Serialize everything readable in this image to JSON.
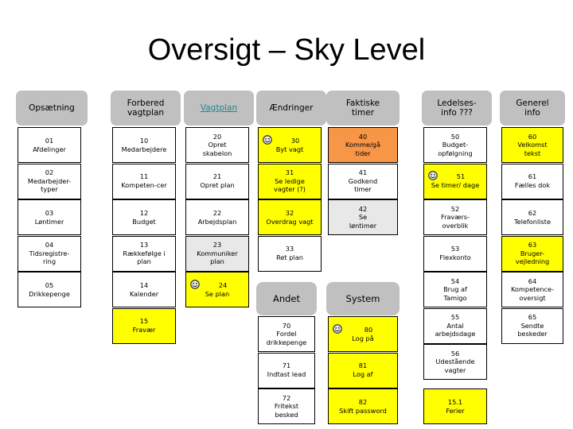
{
  "slide": {
    "title": "Oversigt – Sky Level",
    "background": "#ffffff"
  },
  "colors": {
    "header_grey": "#c0c0c0",
    "yellow": "#ffff00",
    "orange": "#f79646",
    "light_grey": "#e8e8e8",
    "white": "#ffffff",
    "link_teal": "#1f8a8a",
    "text": "#000000"
  },
  "columns": [
    {
      "header": "Opsætning",
      "is_link": false,
      "nodes": [
        {
          "num": "01",
          "name": "Afdelinger",
          "fill": "white",
          "icon": null
        },
        {
          "num": "02",
          "name": "Medarbejder-\ntyper",
          "fill": "white",
          "icon": null
        },
        {
          "num": "03",
          "name": "Løntimer",
          "fill": "white",
          "icon": null
        },
        {
          "num": "04",
          "name": "Tidsregistre-\nring",
          "fill": "white",
          "icon": null
        },
        {
          "num": "05",
          "name": "Drikkepenge",
          "fill": "white",
          "icon": null
        }
      ]
    },
    {
      "header": "Forbered\nvagtplan",
      "is_link": false,
      "nodes": [
        {
          "num": "10",
          "name": "Medarbejdere",
          "fill": "white",
          "icon": null
        },
        {
          "num": "11",
          "name": "Kompeten-cer",
          "fill": "white",
          "icon": null
        },
        {
          "num": "12",
          "name": "Budget",
          "fill": "white",
          "icon": null
        },
        {
          "num": "13",
          "name": "Rækkefølge i\nplan",
          "fill": "white",
          "icon": null
        },
        {
          "num": "14",
          "name": "Kalender",
          "fill": "white",
          "icon": null
        },
        {
          "num": "15",
          "name": "Fravær",
          "fill": "yellow",
          "icon": null
        }
      ]
    },
    {
      "header": "Vagtplan",
      "is_link": true,
      "nodes": [
        {
          "num": "20",
          "name": "Opret\nskabelon",
          "fill": "white",
          "icon": null
        },
        {
          "num": "21",
          "name": "Opret plan",
          "fill": "white",
          "icon": null
        },
        {
          "num": "22",
          "name": "Arbejdsplan",
          "fill": "white",
          "icon": null
        },
        {
          "num": "23",
          "name": "Kommuniker\nplan",
          "fill": "grey",
          "icon": null
        },
        {
          "num": "24",
          "name": "Se plan",
          "fill": "yellow",
          "icon": "smiley-icon"
        }
      ]
    },
    {
      "header": "Ændringer",
      "is_link": false,
      "nodes": [
        {
          "num": "30",
          "name": "Byt vagt",
          "fill": "yellow",
          "icon": "smiley-icon"
        },
        {
          "num": "31",
          "name": "Se ledige\nvagter (?)",
          "fill": "yellow",
          "icon": null
        },
        {
          "num": "32",
          "name": "Overdrag vagt",
          "fill": "yellow",
          "icon": null
        },
        {
          "num": "33",
          "name": "Ret plan",
          "fill": "white",
          "icon": null
        }
      ]
    },
    {
      "header": "Faktiske\ntimer",
      "is_link": false,
      "nodes": [
        {
          "num": "40",
          "name": "Komme/gå\ntider",
          "fill": "orange",
          "icon": null
        },
        {
          "num": "41",
          "name": "Godkend\ntimer",
          "fill": "white",
          "icon": null
        },
        {
          "num": "42",
          "name": "Se\nløntimer",
          "fill": "grey",
          "icon": null
        }
      ]
    },
    {
      "header": "Ledelses-\ninfo ???",
      "is_link": false,
      "nodes": [
        {
          "num": "50",
          "name": "Budget-\nopfølgning",
          "fill": "white",
          "icon": null
        },
        {
          "num": "51",
          "name": "Se timer/ dage",
          "fill": "yellow",
          "icon": "smiley-icon"
        },
        {
          "num": "52",
          "name": "Fraværs-\noverblik",
          "fill": "white",
          "icon": null
        },
        {
          "num": "53",
          "name": "Flexkonto",
          "fill": "white",
          "icon": null
        },
        {
          "num": "54",
          "name": "Brug af\nTamigo",
          "fill": "white",
          "icon": null
        },
        {
          "num": "55",
          "name": "Antal\narbejdsdage",
          "fill": "white",
          "icon": null
        },
        {
          "num": "56",
          "name": "Udestående\nvagter",
          "fill": "white",
          "icon": null
        }
      ]
    },
    {
      "header": "Generel\ninfo",
      "is_link": false,
      "nodes": [
        {
          "num": "60",
          "name": "Velkomst\ntekst",
          "fill": "yellow",
          "icon": null
        },
        {
          "num": "61",
          "name": "Fælles dok",
          "fill": "white",
          "icon": null
        },
        {
          "num": "62",
          "name": "Telefonliste",
          "fill": "white",
          "icon": null
        },
        {
          "num": "63",
          "name": "Bruger-\nvejledning",
          "fill": "yellow",
          "icon": null
        },
        {
          "num": "64",
          "name": "Kompetence-\noversigt",
          "fill": "white",
          "icon": null
        },
        {
          "num": "65",
          "name": "Sendte\nbeskeder",
          "fill": "white",
          "icon": null
        }
      ]
    }
  ],
  "bottom_sections": [
    {
      "header": "Andet",
      "nodes": [
        {
          "num": "70",
          "name": "Fordel\ndrikkepenge",
          "fill": "white",
          "icon": null
        },
        {
          "num": "71",
          "name": "Indtast lead",
          "fill": "white",
          "icon": null
        },
        {
          "num": "72",
          "name": "Fritekst\nbesked",
          "fill": "white",
          "icon": null
        }
      ]
    },
    {
      "header": "System",
      "nodes": [
        {
          "num": "80",
          "name": "Log på",
          "fill": "yellow",
          "icon": "smiley-icon"
        },
        {
          "num": "81",
          "name": "Log af",
          "fill": "yellow",
          "icon": null
        },
        {
          "num": "82",
          "name": "Skift password",
          "fill": "yellow",
          "icon": null
        }
      ]
    }
  ],
  "extra_nodes": [
    {
      "num": "15.1",
      "name": "Ferier",
      "fill": "yellow",
      "icon": null,
      "column_index": 5
    }
  ]
}
